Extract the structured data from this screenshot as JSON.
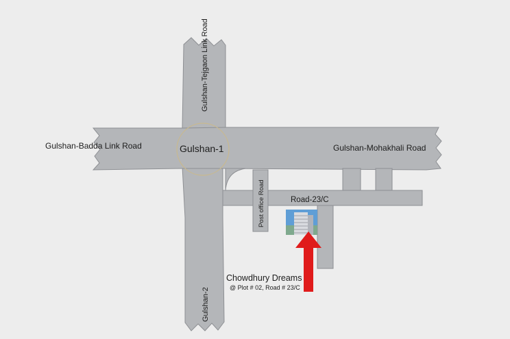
{
  "colors": {
    "background": "#ededed",
    "road_fill": "#b4b6b9",
    "road_stroke": "#8d8f93",
    "label_text": "#1c1c1c",
    "roundabout_ring": "#c9b98e",
    "arrow": "#e01b1b"
  },
  "roads": {
    "north": "Gulshan-Tejgaon Link Road",
    "south": "Gulshan-2",
    "west": "Gulshan-Badda Link Road",
    "east": "Gulshan-Mohakhali Road",
    "post_office": "Post office Road",
    "road_23c": "Road-23/C"
  },
  "landmarks": {
    "circle": "Gulshan-1"
  },
  "destination": {
    "name": "Chowdhury Dreams",
    "address": "@ Plot # 02, Road # 23/C",
    "icon": "building-icon"
  }
}
